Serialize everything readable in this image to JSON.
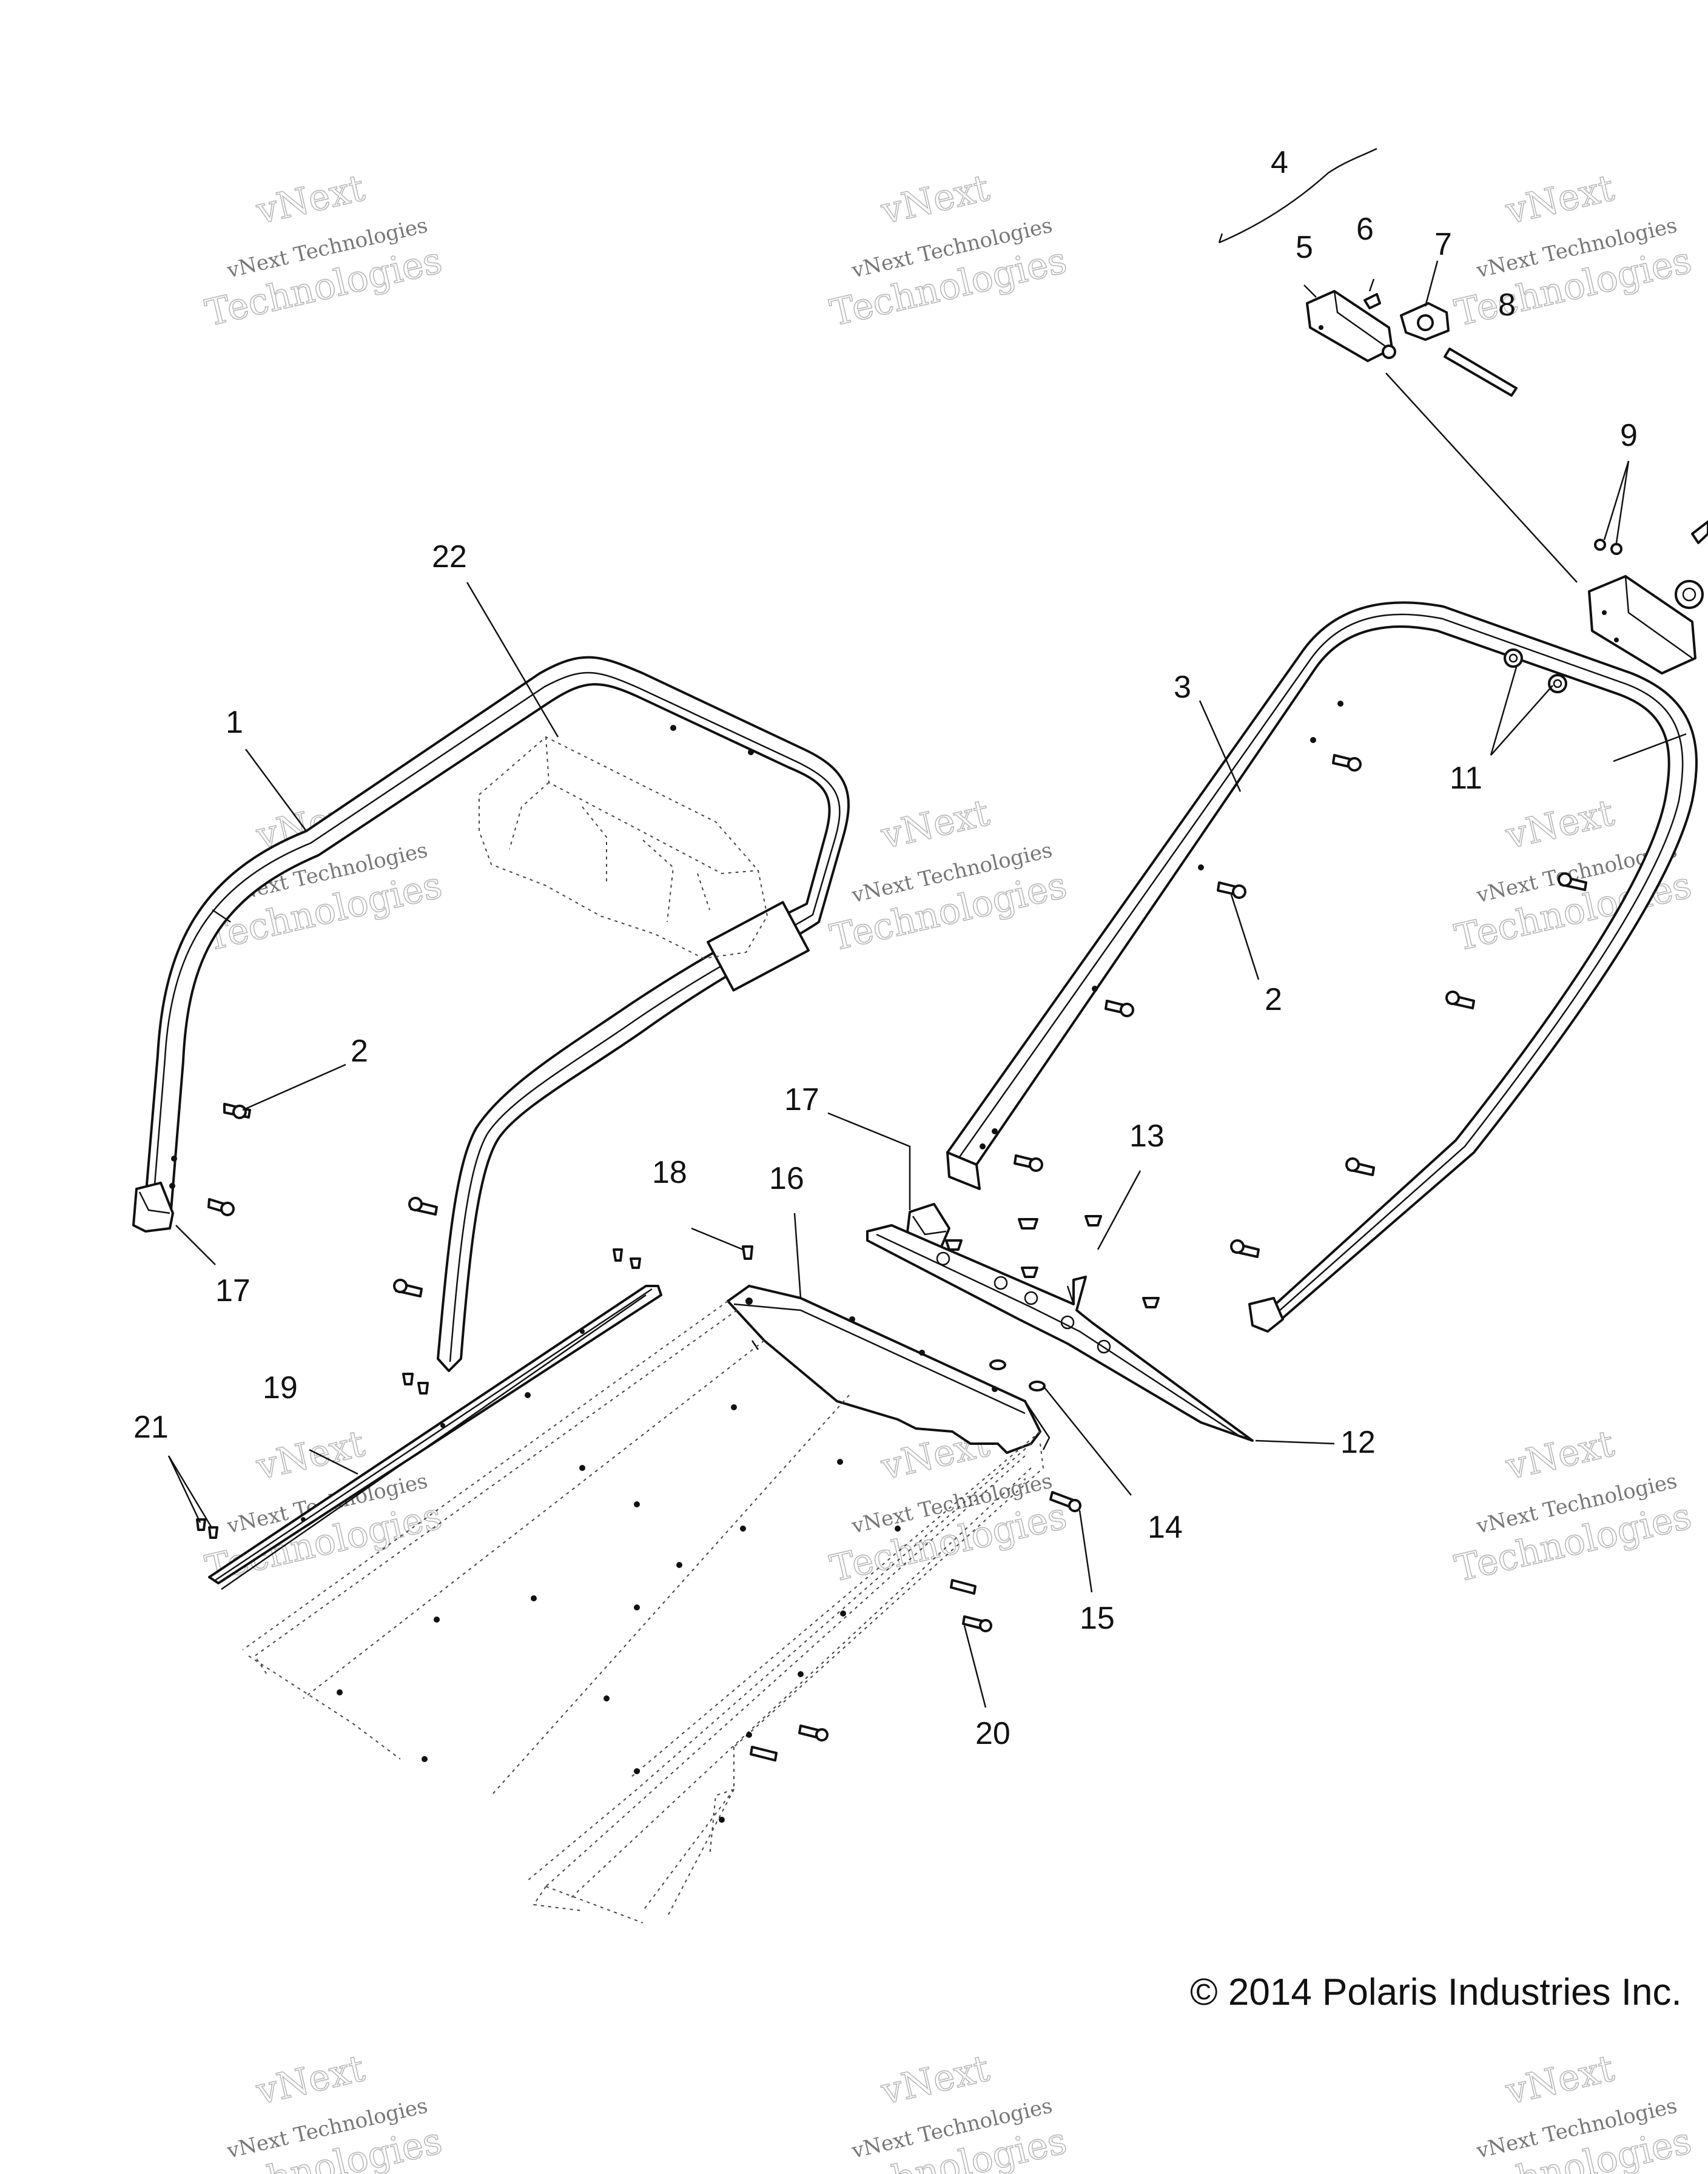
{
  "diagram": {
    "copyright": "© 2014 Polaris Industries Inc.",
    "watermark": {
      "small": "vNext Technologies",
      "big": "Technologies",
      "top": "vNext"
    },
    "callouts": [
      {
        "id": "c1",
        "label": "1"
      },
      {
        "id": "c2a",
        "label": "2"
      },
      {
        "id": "c2b",
        "label": "2"
      },
      {
        "id": "c3",
        "label": "3"
      },
      {
        "id": "c4",
        "label": "4"
      },
      {
        "id": "c5",
        "label": "5"
      },
      {
        "id": "c6",
        "label": "6"
      },
      {
        "id": "c7",
        "label": "7"
      },
      {
        "id": "c8",
        "label": "8"
      },
      {
        "id": "c9",
        "label": "9"
      },
      {
        "id": "c11",
        "label": "11"
      },
      {
        "id": "c12",
        "label": "12"
      },
      {
        "id": "c13",
        "label": "13"
      },
      {
        "id": "c14",
        "label": "14"
      },
      {
        "id": "c15",
        "label": "15"
      },
      {
        "id": "c16",
        "label": "16"
      },
      {
        "id": "c17a",
        "label": "17"
      },
      {
        "id": "c17b",
        "label": "17"
      },
      {
        "id": "c18",
        "label": "18"
      },
      {
        "id": "c19",
        "label": "19"
      },
      {
        "id": "c20",
        "label": "20"
      },
      {
        "id": "c21",
        "label": "21"
      },
      {
        "id": "c22",
        "label": "22"
      }
    ]
  }
}
